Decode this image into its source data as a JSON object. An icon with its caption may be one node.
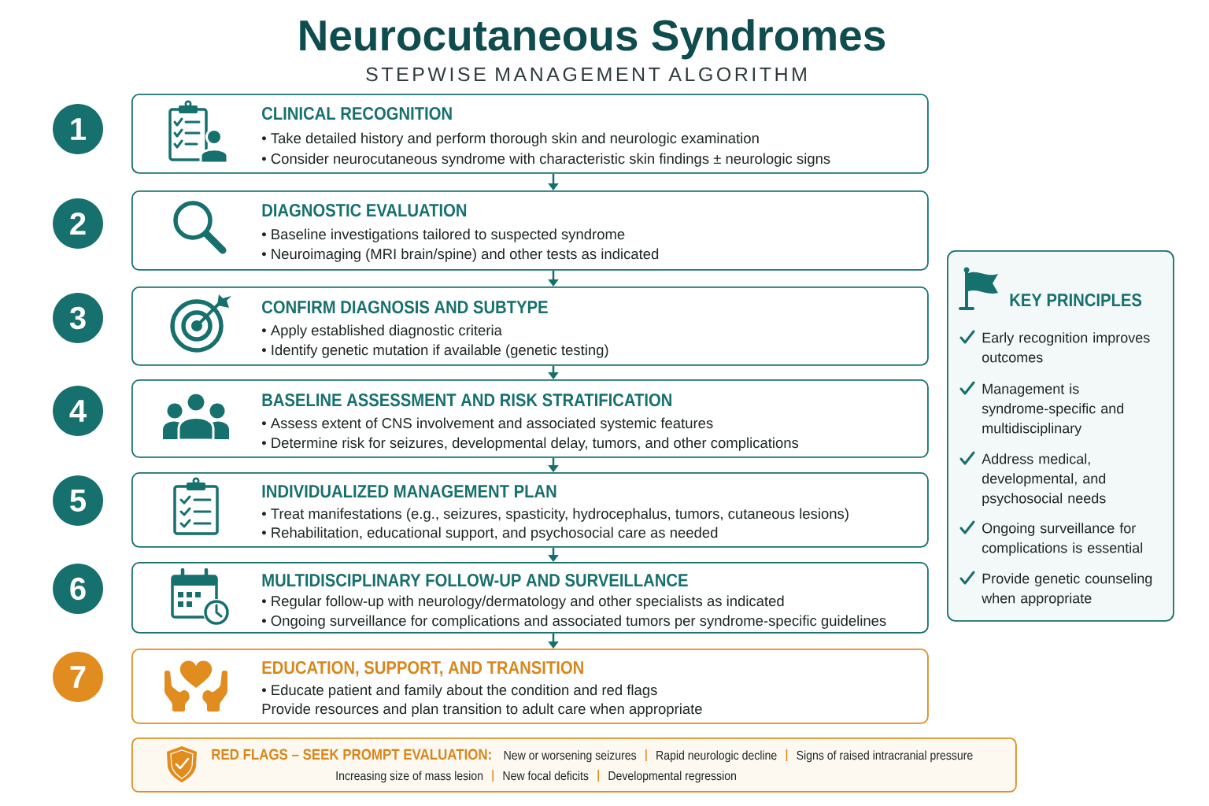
{
  "diagram": {
    "title": "Neurocutaneous Syndromes",
    "nodes": [
      {
        "text": [
          "1"
        ]
      },
      {
        "text": [
          "CLINICAL RECOGNITION",
          "• Take detailed history and perform thorough skin and neurologic examination",
          "• Consider neurocutaneous syndrome with characteristic skin findings ± neurologic signs"
        ]
      },
      {
        "text": [
          "2"
        ]
      },
      {
        "text": [
          "DIAGNOSTIC EVALUATION",
          "• Baseline investigations tailored to suspected syndrome",
          "• Neuroimaging (MRI brain/spine) and other tests as indicated"
        ]
      },
      {
        "text": [
          "3"
        ]
      },
      {
        "text": [
          "CONFIRM DIAGNOSIS AND SUBTYPE",
          "• Apply established diagnostic criteria",
          "• Identify genetic mutation if available (genetic testing)"
        ]
      },
      {
        "text": [
          "4"
        ]
      },
      {
        "text": [
          "BASELINE ASSESSMENT AND RISK STRATIFICATION",
          "• Assess extent of CNS involvement and associated systemic features",
          "• Determine risk for seizures, developmental delay, tumors, and other complications"
        ]
      },
      {
        "text": [
          "5"
        ]
      },
      {
        "text": [
          "INDIVIDUALIZED MANAGEMENT PLAN",
          "• Treat manifestations (e.g., seizures, spasticity, hydrocephalus, tumors, cutaneous lesions)",
          "• Rehabilitation, educational support, and psychosocial care as needed"
        ]
      },
      {
        "text": [
          "6"
        ]
      },
      {
        "text": [
          "MULTIDISCIPLINARY FOLLOW-UP AND SURVEILLANCE",
          "• Regular follow-up with neurology/dermatology and other specialists as indicated",
          "• Ongoing surveillance for complications and associated tumors per syndrome-specific guidelines"
        ]
      },
      {
        "text": [
          "7"
        ]
      },
      {
        "text": [
          "EDUCATION, SUPPORT, AND TRANSITION",
          "• Educate patient and family about the condition and red flags",
          "Provide resources and plan transition to adult care when appropriate"
        ]
      },
      {
        "text": [
          "KEY PRINCIPLES",
          "Early recognition improves outcomes",
          "Management is syndrome-specific and multidisciplinary",
          "Address medical, developmental, and psychosocial needs",
          "Ongoing surveillance for complications is essential",
          "Provide genetic counseling when appropriate"
        ]
      },
      {
        "text": [
          "RED FLAGS – SEEK PROMPT EVALUATION:",
          "New or worsening seizures",
          "Rapid neurologic decline",
          "Signs of raised intracranial pressure",
          "Increasing size of mass lesion",
          "New focal deficits",
          "Developmental regression"
        ]
      }
    ],
    "edges": [
      {
        "from": 1,
        "to": 3,
        "arrow": "to"
      },
      {
        "from": 3,
        "to": 5,
        "arrow": "to"
      },
      {
        "from": 5,
        "to": 7,
        "arrow": "to"
      },
      {
        "from": 7,
        "to": 9,
        "arrow": "to"
      },
      {
        "from": 9,
        "to": 11,
        "arrow": "to"
      },
      {
        "from": 11,
        "to": 13,
        "arrow": "to"
      }
    ],
    "labels": [
      "STEPWISE MANAGEMENT ALGORITHM"
    ]
  }
}
